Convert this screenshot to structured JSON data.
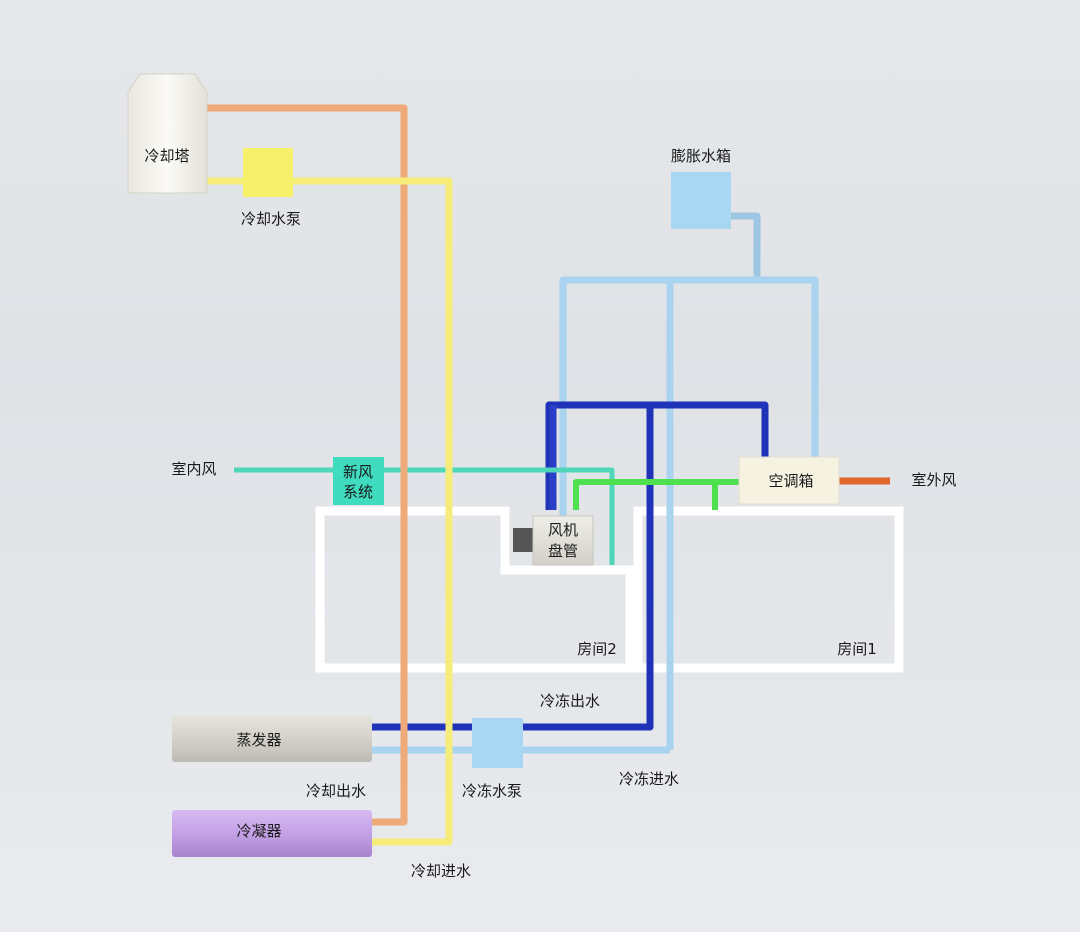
{
  "labels": {
    "cooling_tower": "冷却塔",
    "cooling_water_pump": "冷却水泵",
    "expansion_tank": "膨胀水箱",
    "indoor_air": "室内风",
    "fresh_air_line1": "新风",
    "fresh_air_line2": "系统",
    "fan_coil_line1": "风机",
    "fan_coil_line2": "盘管",
    "ahu": "空调箱",
    "outdoor_air": "室外风",
    "room2": "房间2",
    "room1": "房间1",
    "chilled_supply": "冷冻出水",
    "chilled_return": "冷冻进水",
    "evaporator": "蒸发器",
    "chilled_pump": "冷冻水泵",
    "cooling_out": "冷却出水",
    "condenser": "冷凝器",
    "cooling_in": "冷却进水"
  },
  "colors": {
    "cooling_out_pipe": "#eeaa78",
    "cooling_in_pipe": "#f5ec7a",
    "chilled_return_pipe": "#a9d3ef",
    "chilled_supply_pipe": "#1f33b8",
    "fresh_air_duct": "#4fd6b8",
    "ahu_green_pipe": "#4fe04f",
    "outdoor_air_duct": "#e0682e",
    "pump_yellow": "#f7f06a",
    "tank_blue": "#a9d6f2",
    "condenser_purple": "#c4a0e6",
    "evaporator_gray": "#d8d6ce",
    "fresh_air_box": "#3fdcbf"
  }
}
